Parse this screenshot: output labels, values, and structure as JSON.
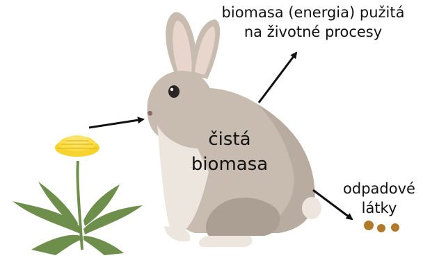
{
  "labels": {
    "energy_used": [
      "biomasa (energia) pužitá",
      "na životné procesy"
    ],
    "net_biomass": [
      "čistá",
      "biomasa"
    ],
    "waste": [
      "odpadové",
      "látky"
    ]
  },
  "colors": {
    "rabbit_body": "#c8bcb0",
    "rabbit_belly": "#ece6df",
    "rabbit_shadow": "#ab9f94",
    "ear_inner": "#e8d6cc",
    "flower": "#f7d32e",
    "leaf": "#6e8f4c",
    "droppings": "#b07a2a",
    "arrow": "#111111"
  },
  "icons": [
    "dandelion-icon",
    "rabbit-icon",
    "droppings-icon",
    "arrow-icon"
  ]
}
